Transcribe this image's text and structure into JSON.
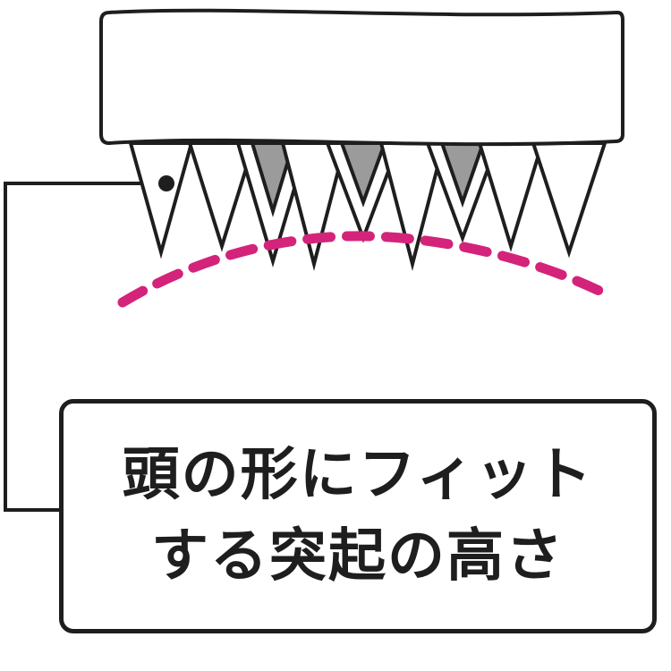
{
  "callout": {
    "lines": [
      "頭の形にフィット",
      "する突起の高さ"
    ]
  },
  "colors": {
    "stroke": "#1e1e1e",
    "tooth_fill": "#ffffff",
    "tooth_shade": "#9b9b9b",
    "head_curve": "#d4237a"
  },
  "icons": {
    "pointer": "dot-marker"
  }
}
